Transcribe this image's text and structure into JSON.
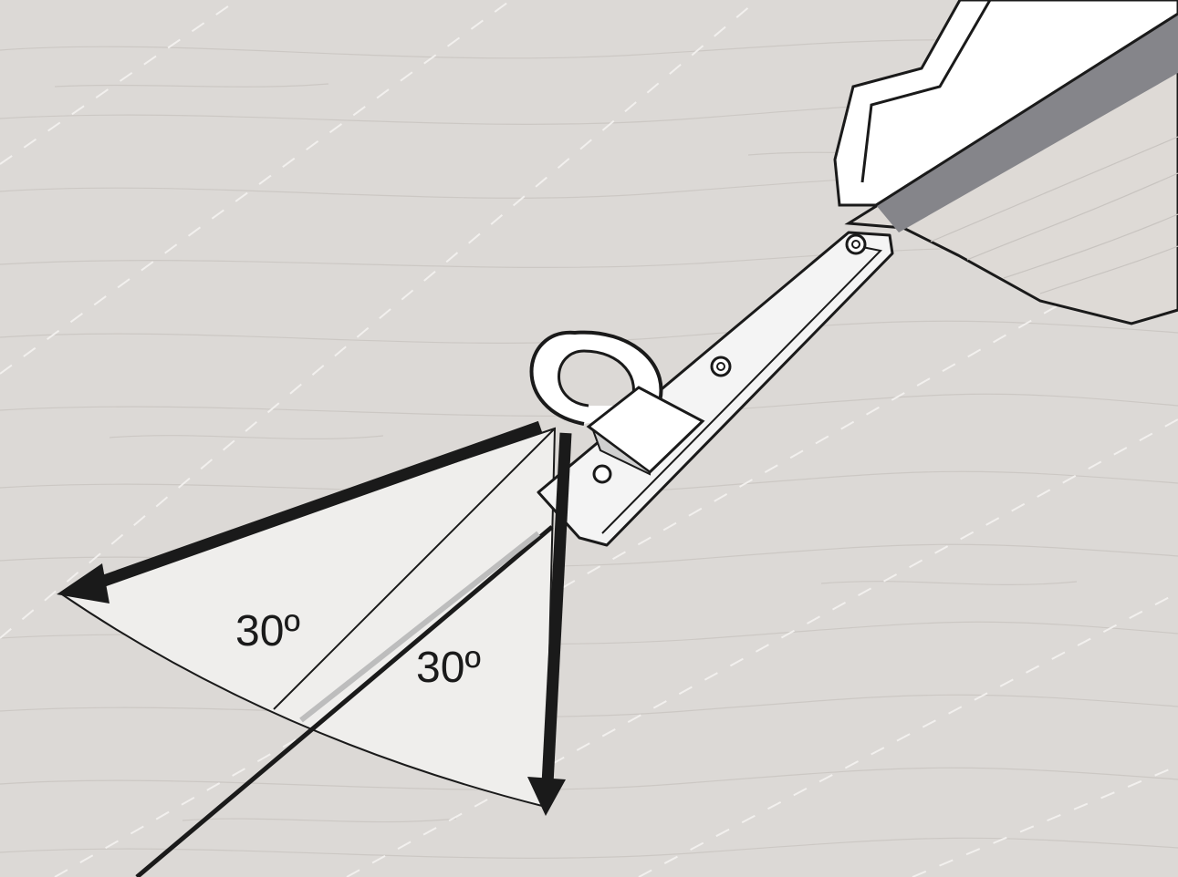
{
  "diagram": {
    "colors": {
      "canvas": "#dcd9d6",
      "texture": "#ccc8c4",
      "dashes": "#f2f0ee",
      "sector": "#efeeec",
      "outline": "#1a1a1a",
      "parapet_band": "#85858a",
      "parapet_roof": "#dedad6",
      "parapet_face": "#ffffff",
      "bracket": "#f4f4f4"
    },
    "angles": {
      "left": {
        "value": 30,
        "label": "30º"
      },
      "right": {
        "value": 30,
        "label": "30º"
      }
    },
    "icons": {
      "d_ring": "d-ring-anchor-icon",
      "bracket": "anchor-plate-icon",
      "arrow": "force-arrow-icon",
      "roof_edge": "roof-parapet-icon"
    }
  }
}
